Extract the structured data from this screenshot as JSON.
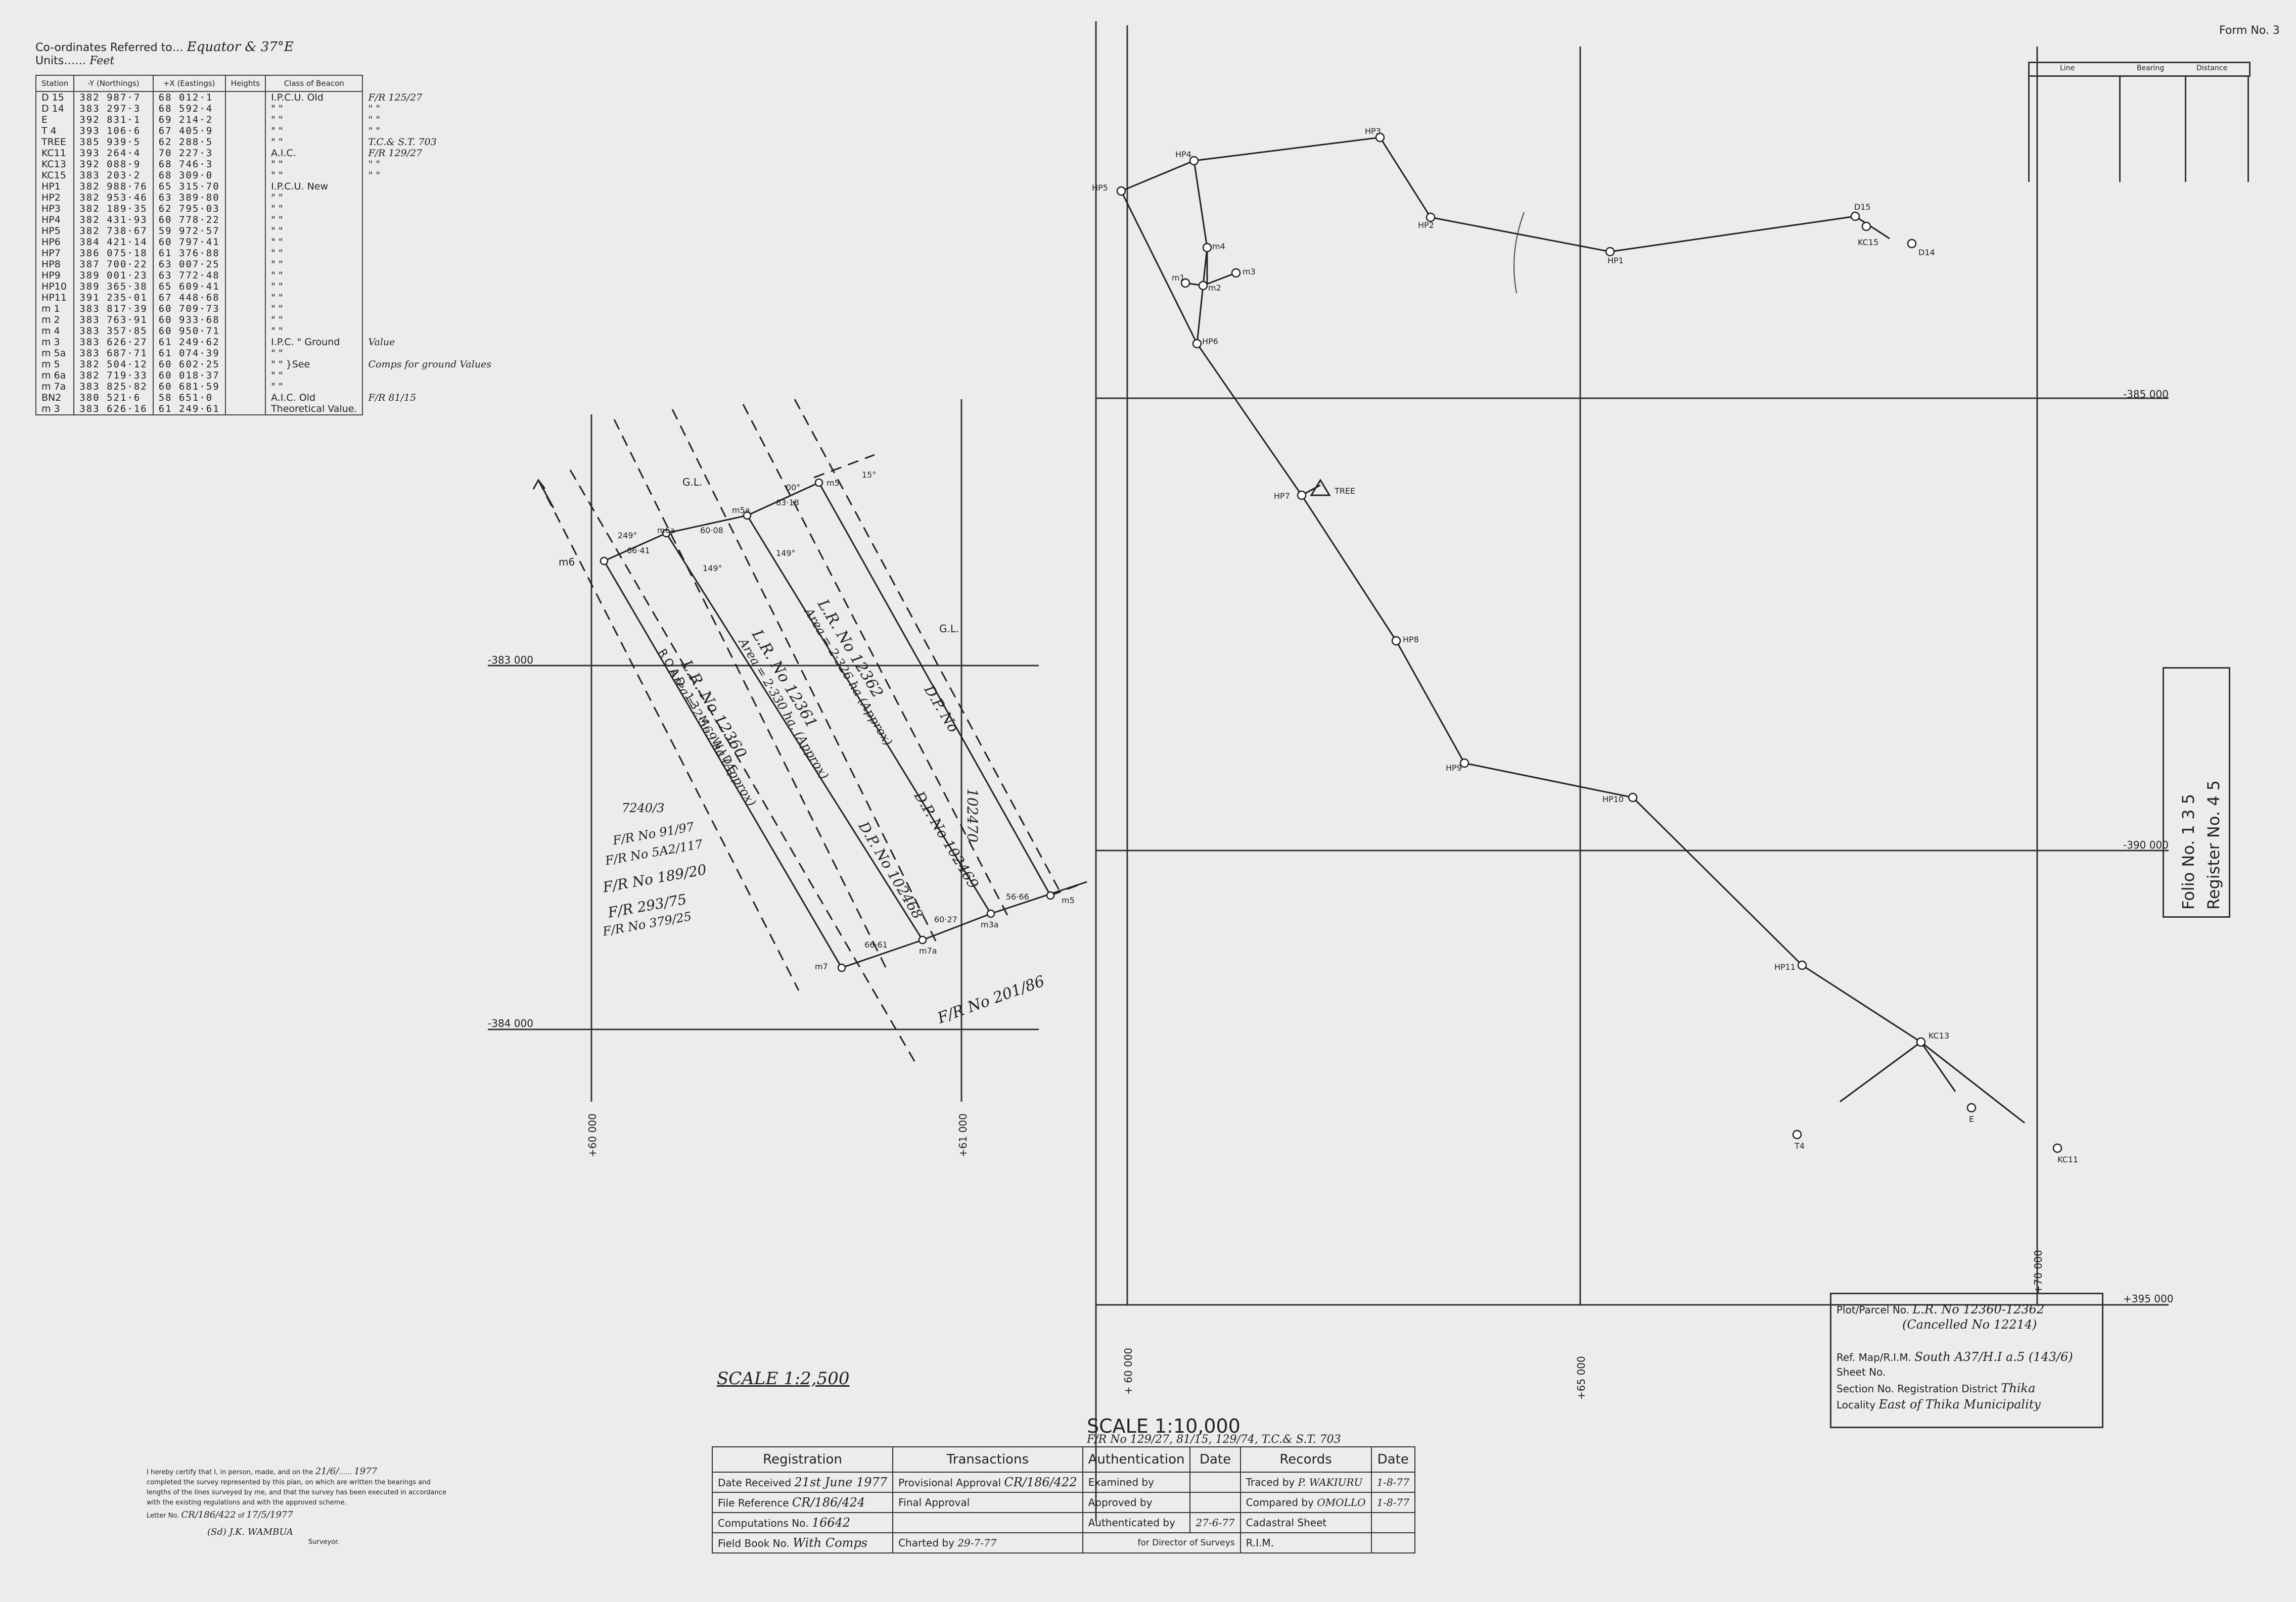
{
  "header": {
    "coords_label": "Co-ordinates Referred to",
    "coords_value": "Equator & 37°E",
    "units_label": "Units",
    "units_value": "Feet",
    "form_no": "Form No. 3"
  },
  "coords_table": {
    "headers": [
      "Station",
      "-Y (Northings)",
      "+X (Eastings)",
      "Heights",
      "Class of Beacon"
    ],
    "rows": [
      [
        "D 15",
        "382 987·7",
        "68 012·1",
        "",
        "I.P.C.U. Old",
        "F/R 125/27"
      ],
      [
        "D 14",
        "383 297·3",
        "68 592·4",
        "",
        "\"  \"",
        "\"  \""
      ],
      [
        "E",
        "392 831·1",
        "69 214·2",
        "",
        "\"  \"",
        "\"  \""
      ],
      [
        "T 4",
        "393 106·6",
        "67 405·9",
        "",
        "\"  \"",
        "\"  \""
      ],
      [
        "TREE",
        "385 939·5",
        "62 288·5",
        "",
        "\"  \"",
        "T.C.& S.T. 703"
      ],
      [
        "KC11",
        "393 264·4",
        "70 227·3",
        "",
        "A.I.C.",
        "F/R 129/27"
      ],
      [
        "KC13",
        "392 088·9",
        "68 746·3",
        "",
        "\"  \"",
        "\"  \""
      ],
      [
        "KC15",
        "383 203·2",
        "68 309·0",
        "",
        "\"  \"",
        "\"  \""
      ],
      [
        "HP1",
        "382 988·76",
        "65 315·70",
        "",
        "I.P.C.U. New",
        ""
      ],
      [
        "HP2",
        "382 953·46",
        "63 389·80",
        "",
        "\"  \"",
        ""
      ],
      [
        "HP3",
        "382 189·35",
        "62 795·03",
        "",
        "\"  \"",
        ""
      ],
      [
        "HP4",
        "382 431·93",
        "60 778·22",
        "",
        "\"  \"",
        ""
      ],
      [
        "HP5",
        "382 738·67",
        "59 972·57",
        "",
        "\"  \"",
        ""
      ],
      [
        "HP6",
        "384 421·14",
        "60 797·41",
        "",
        "\"  \"",
        ""
      ],
      [
        "HP7",
        "386 075·18",
        "61 376·88",
        "",
        "\"  \"",
        ""
      ],
      [
        "HP8",
        "387 700·22",
        "63 007·25",
        "",
        "\"  \"",
        ""
      ],
      [
        "HP9",
        "389 001·23",
        "63 772·48",
        "",
        "\"  \"",
        ""
      ],
      [
        "HP10",
        "389 365·38",
        "65 609·41",
        "",
        "\"  \"",
        ""
      ],
      [
        "HP11",
        "391 235·01",
        "67 448·68",
        "",
        "\"  \"",
        ""
      ],
      [
        "m 1",
        "383 817·39",
        "60 709·73",
        "",
        "\"  \"",
        ""
      ],
      [
        "m 2",
        "383 763·91",
        "60 933·68",
        "",
        "\"  \"",
        ""
      ],
      [
        "m 4",
        "383 357·85",
        "60 950·71",
        "",
        "\"  \"",
        ""
      ],
      [
        "m 3",
        "383 626·27",
        "61 249·62",
        "",
        "I.P.C. \" Ground",
        "Value"
      ],
      [
        "m 5a",
        "383 687·71",
        "61 074·39",
        "",
        "\"  \"",
        ""
      ],
      [
        "m 5",
        "382 504·12",
        "60 602·25",
        "",
        "\"  \" }See",
        "Comps for ground Values"
      ],
      [
        "m 6a",
        "382 719·33",
        "60 018·37",
        "",
        "\"  \"",
        ""
      ],
      [
        "m 7a",
        "383 825·82",
        "60 681·59",
        "",
        "\"  \"",
        ""
      ],
      [
        "BN2",
        "380 521·6",
        "58 651·0",
        "",
        "A.I.C. Old",
        "F/R 81/15"
      ],
      [
        "m 3",
        "383 626·16",
        "61 249·61",
        "",
        "Theoretical Value.",
        ""
      ]
    ]
  },
  "bearing_table": {
    "headers": [
      "Line",
      "Bearing",
      "Distance"
    ]
  },
  "folio": {
    "folio": "Folio No. 1 3 5",
    "register": "Register No. 4 5"
  },
  "grid_labels": {
    "n385": "-385 000",
    "n390": "-390 000",
    "n395": "+395 000",
    "n383": "-383 000",
    "n384": "-384 000",
    "e60": "+60 000",
    "e61": "+61 000",
    "e60b": "+ 60 000",
    "e65": "+65 000",
    "e70": "+70 000"
  },
  "stations": {
    "hp1": "HP1",
    "hp2": "HP2",
    "hp3": "HP3",
    "hp4": "HP4",
    "hp5": "HP5",
    "hp6": "HP6",
    "hp7": "HP7",
    "hp8": "HP8",
    "hp9": "HP9",
    "hp10": "HP10",
    "hp11": "HP11",
    "m1": "m1",
    "m2": "m2",
    "m3": "m3",
    "m4": "m4",
    "tree": "TREE",
    "d15": "D15",
    "d14": "D14",
    "kc15": "KC15",
    "kc13": "KC13",
    "kc11": "KC11",
    "e": "E",
    "t4": "T4"
  },
  "plot": {
    "lr12362": "L.R. No 12362",
    "area12362": "Area = 2·326 ha (Approx)",
    "lr12361": "L.R. No 12361",
    "area12361": "Area = 2·330 ha. (Approx)",
    "lr12360": "L.R. No 12360",
    "area12360": "Area = 2·569 ha (Approx)",
    "dp1": "D.P. No",
    "dp2": "D.P. No 102469",
    "dp3": "D.P. No 102468",
    "dp4": "102470",
    "road": "ROAD 13 M. WIDE",
    "gl": "G.L.",
    "gl2": "G.L.",
    "fr1": "F/R No 201/86",
    "ref_7240": "7240/3",
    "fr_a": "F/R No 91/97",
    "fr_b": "F/R No 5A2/117",
    "fr_c": "F/R No 189/20",
    "fr_d": "F/R 293/75",
    "fr_e": "F/R No 379/25",
    "m6": "m6",
    "m6a": "m6a",
    "m5": "m5",
    "m5a": "m5a",
    "m7": "m7",
    "m7a": "m7a",
    "m3b": "m3",
    "m5b": "m5",
    "m3a": "m3a",
    "d1": "66·41",
    "d2": "60·08",
    "d3": "63·18",
    "d4": "66·61",
    "d5": "60·27",
    "d6": "56·66",
    "b1": "249°",
    "b2": "149°",
    "b3": "149°",
    "b4": "00°",
    "b5": "15°"
  },
  "scales": {
    "scale1": "SCALE 1:2,500",
    "scale2": "SCALE 1:10,000",
    "scale2_refs": "F/R No 129/27, 81/15, 129/74, T.C.& S.T. 703"
  },
  "plot_info": {
    "parcel_label": "Plot/Parcel No.",
    "parcel_value": "L.R. No 12360-12362",
    "cancelled": "(Cancelled No 12214)",
    "refmap_label": "Ref. Map/R.I.M.",
    "refmap_value": "South A37/H.I a.5 (143/6)",
    "sheet_label": "Sheet No.",
    "section_label": "Section No. Registration District",
    "section_value": "Thika",
    "locality_label": "Locality",
    "locality_value": "East of Thika Municipality"
  },
  "certificate": {
    "text1": "I hereby certify that I, in person, made, and on the",
    "date1": "21/6/",
    "year1": "1977",
    "text2": "completed the survey represented by this plan, on which are written the bearings and lengths of the lines surveyed by me, and that the survey has been executed in accordance with the existing regulations and with the approved scheme.",
    "letter_label": "Letter No.",
    "letter_value": "CR/186/422",
    "of": "of",
    "letter_date": "17/5/1977",
    "signed": "(Sd) J.K. WAMBUA",
    "surveyor": "Surveyor."
  },
  "bottom_table": {
    "h_registration": "Registration",
    "h_transactions": "Transactions",
    "h_authentication": "Authentication",
    "h_date1": "Date",
    "h_records": "Records",
    "h_date2": "Date",
    "date_received_label": "Date Received",
    "date_received_value": "21st June 1977",
    "file_ref_label": "File Reference",
    "file_ref_value": "CR/186/424",
    "comps_label": "Computations No.",
    "comps_value": "16642",
    "fieldbook_label": "Field Book No.",
    "fieldbook_value": "With Comps",
    "prov_label": "Provisional Approval",
    "prov_value": "CR/186/422",
    "final_label": "Final Approval",
    "charted_label": "Charted by",
    "charted_value": "29-7-77",
    "examined_label": "Examined by",
    "approved_label": "Approved by",
    "authenticated_label": "Authenticated by",
    "authenticated_value": "27-6-77",
    "director": "for Director of Surveys",
    "traced_label": "Traced by",
    "traced_value": "P. WAKIURU",
    "traced_date": "1-8-77",
    "compared_label": "Compared by",
    "compared_value": "OMOLLO",
    "compared_date": "1-8-77",
    "cadastral_label": "Cadastral Sheet",
    "rim_label": "R.I.M."
  }
}
